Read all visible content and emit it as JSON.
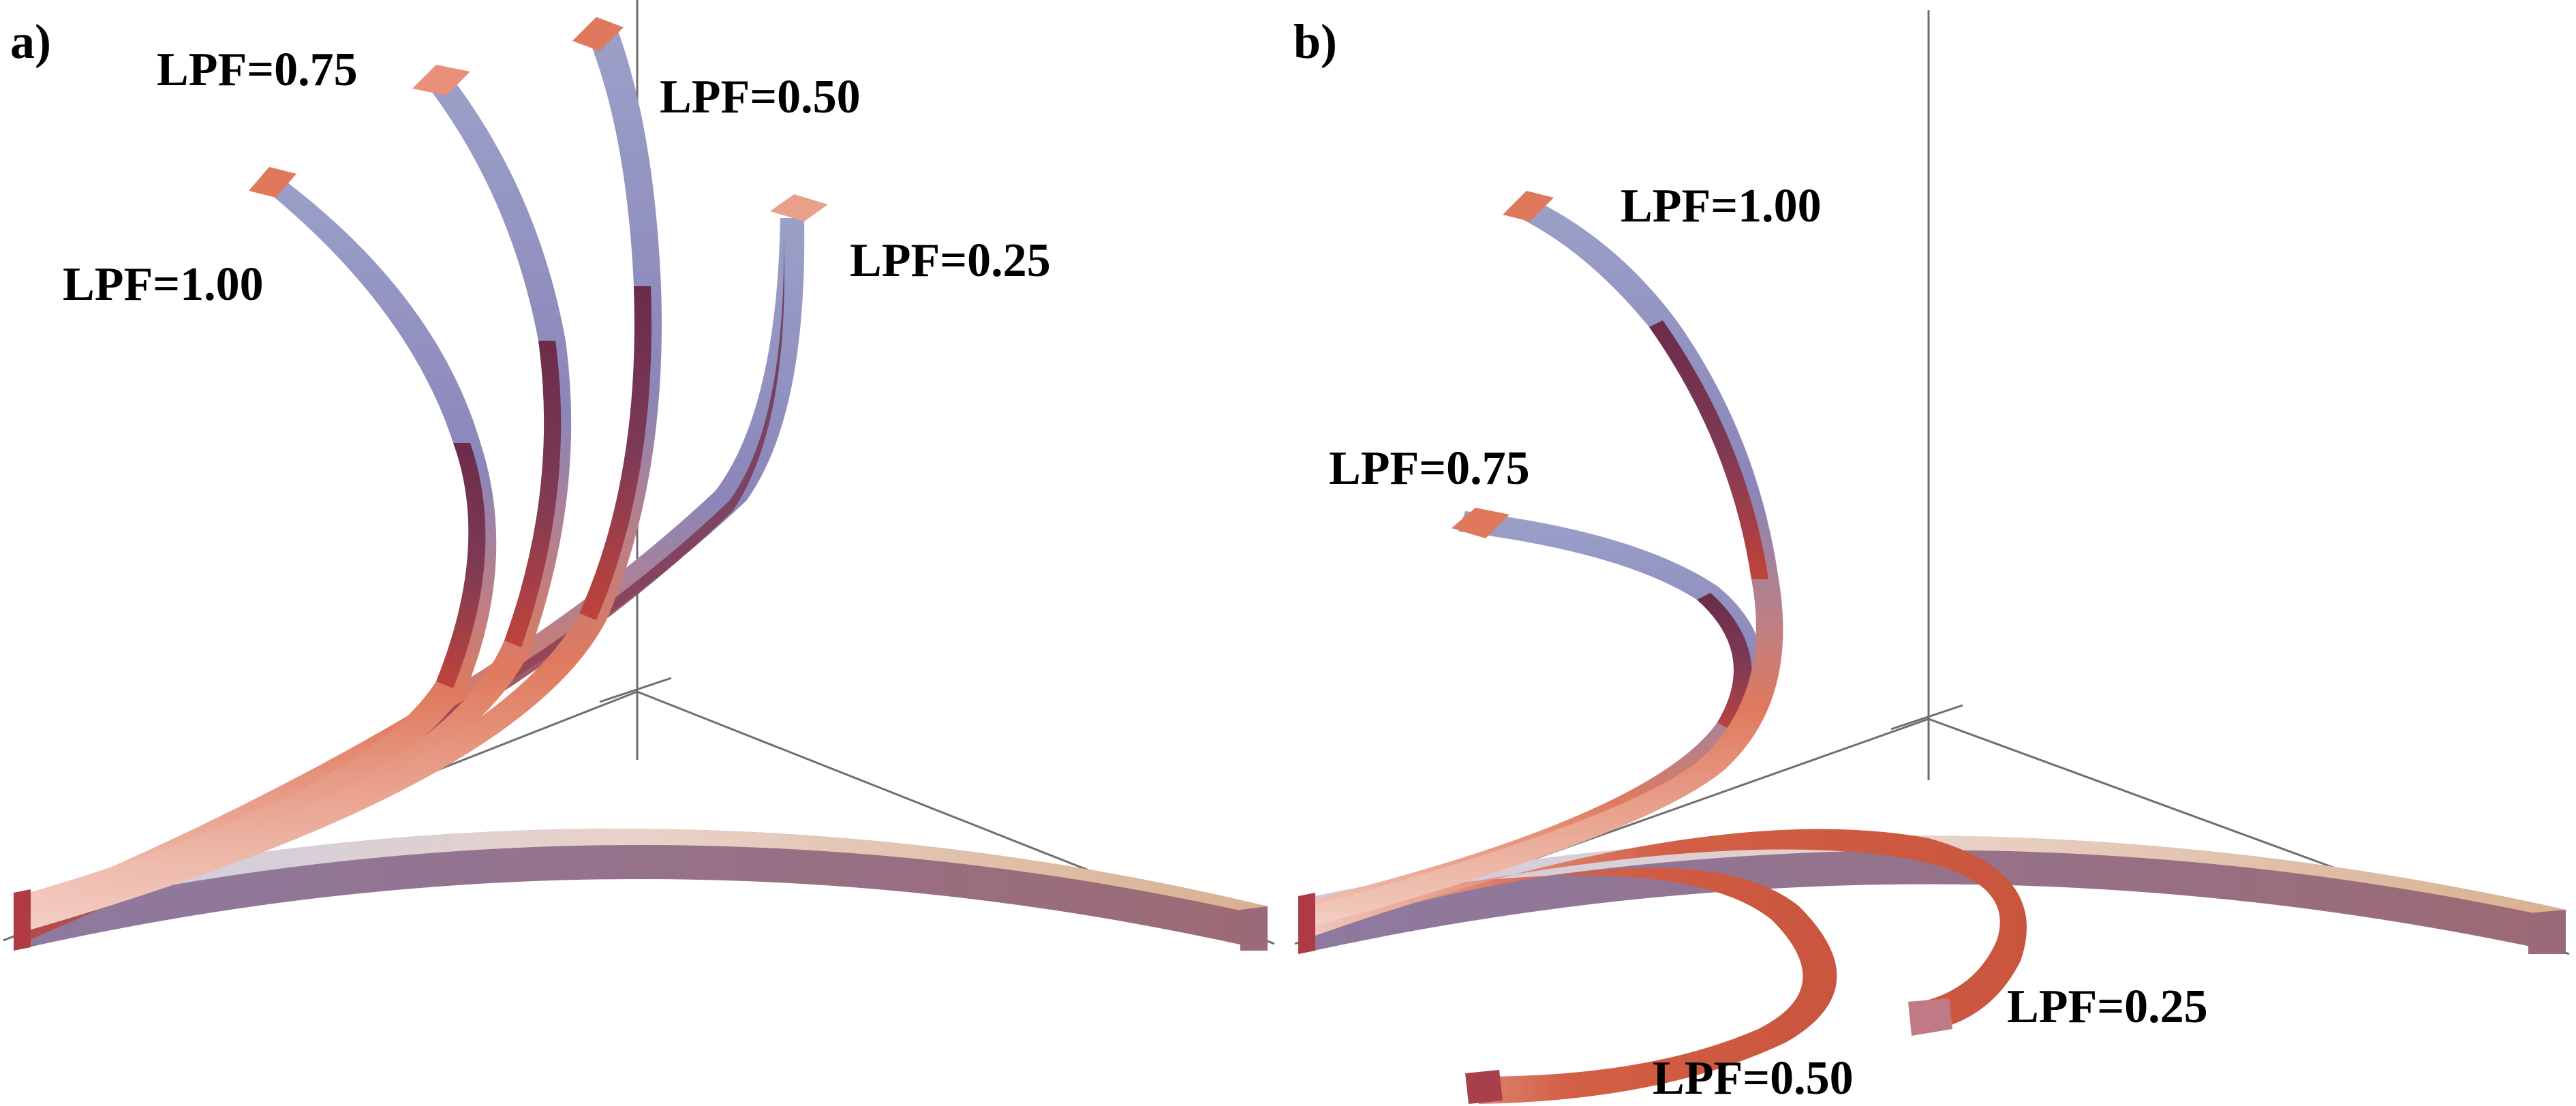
{
  "panels": [
    {
      "label": "a)",
      "rods": [
        {
          "label": "LPF=0.75"
        },
        {
          "label": "LPF=0.50"
        },
        {
          "label": "LPF=1.00"
        },
        {
          "label": "LPF=0.25"
        }
      ]
    },
    {
      "label": "b)",
      "rods": [
        {
          "label": "LPF=1.00"
        },
        {
          "label": "LPF=0.75"
        },
        {
          "label": "LPF=0.25"
        },
        {
          "label": "LPF=0.50"
        }
      ]
    }
  ],
  "colors": {
    "rod_top": "#9aa0c8",
    "rod_side": "#7e3a55",
    "rod_warm": "#d9664a",
    "rod_cap": "#e8907a",
    "rod_light": "#f0cfc4",
    "axis": "#6e6e6e"
  }
}
